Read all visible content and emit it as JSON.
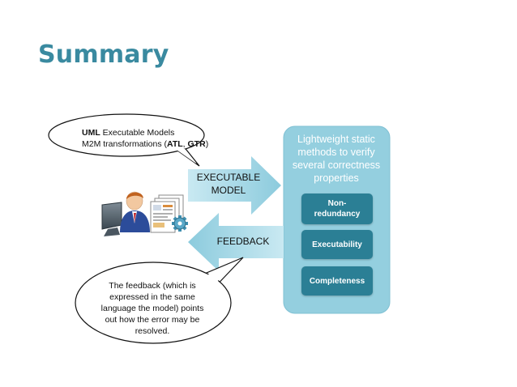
{
  "slide": {
    "title": "Summary"
  },
  "callout_top": {
    "line1_bold": "UML",
    "line1_rest": " Executable Models",
    "line2_prefix": "M2M transformations (",
    "line2_bold1": "ATL",
    "line2_sep": ", ",
    "line2_bold2": "GTR",
    "line2_suffix": ")"
  },
  "arrows": {
    "executable_line1": "EXECUTABLE",
    "executable_line2": "MODEL",
    "feedback": "FEEDBACK"
  },
  "panel": {
    "title_line1": "Lightweight static",
    "title_line2": "methods to verify",
    "title_line3": "several correctness",
    "title_line4": "properties",
    "properties": [
      {
        "line1": "Non-",
        "line2": "redundancy"
      },
      {
        "line1": "Executability"
      },
      {
        "line1": "Completeness"
      }
    ]
  },
  "callout_bottom": {
    "line1": "The feedback (which is",
    "line2": "expressed in the same",
    "line3": "language the model) points",
    "line4": "out how the error may be",
    "line5": "resolved."
  },
  "colors": {
    "title": "#3a8aa0",
    "arrow_fill": "#a9d8e6",
    "panel_fill": "#94cfdf",
    "pill_fill": "#2b7f95"
  },
  "icons": [
    "user-at-computer-icon",
    "documents-icon",
    "gear-icon"
  ]
}
